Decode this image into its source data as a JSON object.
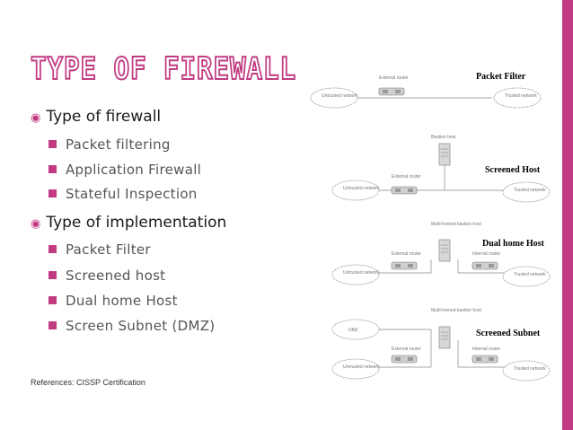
{
  "slide": {
    "title": "TYPE OF FIREWALL",
    "accent_color": "#c13b82",
    "references": "References: CISSP Certification"
  },
  "bullets": [
    {
      "text": "Type of firewall",
      "items": [
        "Packet filtering",
        "Application Firewall",
        "Stateful Inspection"
      ]
    },
    {
      "text": "Type of implementation",
      "items": [
        "Packet Filter",
        "Screened host",
        "Dual home Host",
        "Screen Subnet (DMZ)"
      ]
    }
  ],
  "diagram": {
    "panels": [
      {
        "label": "Packet Filter",
        "router": "External router",
        "left_cloud": "Untrusted network",
        "right_cloud": "Trusted network"
      },
      {
        "label": "Screened Host",
        "host": "Bastion host",
        "router": "External router",
        "left_cloud": "Untrusted network",
        "right_cloud": "Trusted network"
      },
      {
        "label": "Dual home Host",
        "host": "Multi-homed bastion host",
        "router": "External router",
        "router2": "Internal router",
        "left_cloud": "Untrusted network",
        "right_cloud": "Trusted network"
      },
      {
        "label": "Screened Subnet",
        "host": "Multi-homed bastion host",
        "router": "External router",
        "router2": "Internal router",
        "dmz_cloud": "DMZ",
        "left_cloud": "Untrusted network",
        "right_cloud": "Trusted network"
      }
    ]
  }
}
